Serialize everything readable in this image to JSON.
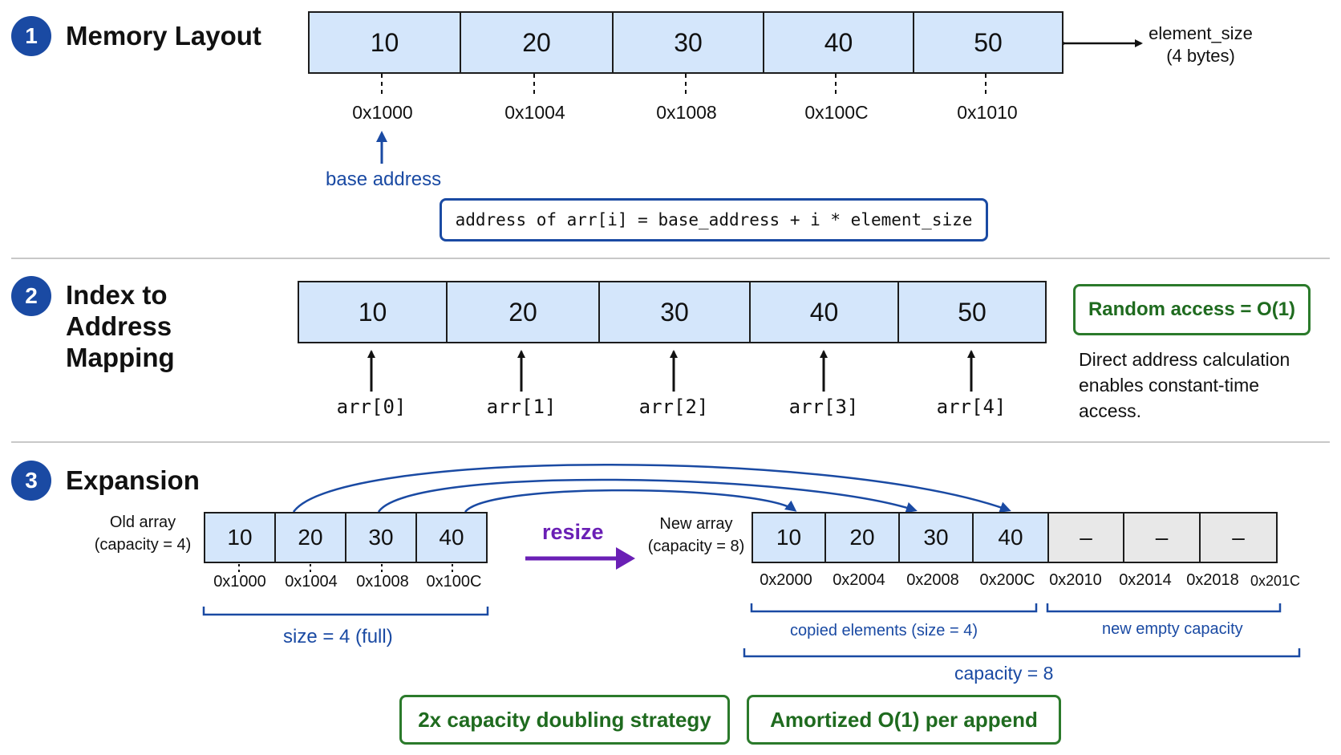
{
  "sections": [
    {
      "number": "1",
      "title": "Memory Layout"
    },
    {
      "number": "2",
      "title": "Index to Address Mapping"
    },
    {
      "number": "3",
      "title": "Expansion"
    }
  ],
  "memory_layout": {
    "values": [
      "10",
      "20",
      "30",
      "40",
      "50"
    ],
    "addresses": [
      "0x1000",
      "0x1004",
      "0x1008",
      "0x100C",
      "0x1010"
    ],
    "element_size_label": "element_size",
    "element_size_bytes": "(4 bytes)",
    "base_address_label": "base address",
    "formula": "address of arr[i] = base_address + i * element_size"
  },
  "index_mapping": {
    "values": [
      "10",
      "20",
      "30",
      "40",
      "50"
    ],
    "indices": [
      "arr[0]",
      "arr[1]",
      "arr[2]",
      "arr[3]",
      "arr[4]"
    ],
    "random_access_label": "Random access = O(1)",
    "description": [
      "Direct address calculation",
      "enables constant-time",
      "access."
    ]
  },
  "expansion": {
    "old_array_label": "Old array",
    "old_capacity_label": "(capacity = 4)",
    "old_values": [
      "10",
      "20",
      "30",
      "40"
    ],
    "old_addresses": [
      "0x1000",
      "0x1004",
      "0x1008",
      "0x100C"
    ],
    "old_size_label": "size = 4 (full)",
    "resize_label": "resize",
    "new_array_label": "New array",
    "new_capacity_label": "(capacity = 8)",
    "new_values": [
      "10",
      "20",
      "30",
      "40",
      "–",
      "–",
      "–"
    ],
    "new_addresses": [
      "0x2000",
      "0x2004",
      "0x2008",
      "0x200C",
      "0x2010",
      "0x2014",
      "0x2018",
      "0x201C"
    ],
    "copied_label": "copied elements (size = 4)",
    "empty_label": "new empty capacity",
    "capacity_label": "capacity = 8",
    "strategy_label": "2x capacity doubling strategy",
    "amortized_label": "Amortized O(1) per append"
  },
  "colors": {
    "accent_blue": "#1a4aa3",
    "cell_fill": "#d4e6fb",
    "empty_fill": "#e8e8e8",
    "green": "#2b7a2b",
    "purple": "#6a1fb5"
  }
}
